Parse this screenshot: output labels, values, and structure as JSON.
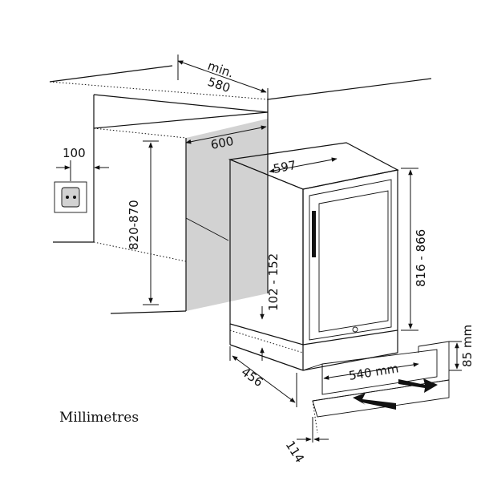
{
  "dimensions": {
    "niche_depth_prefix": "min.",
    "niche_depth": "580",
    "niche_width": "600",
    "socket_offset": "100",
    "niche_height": "820-870",
    "appliance_width": "597",
    "appliance_height": "816 - 866",
    "plinth_height": "102 - 152",
    "appliance_depth": "456",
    "vent_width": "540 mm",
    "vent_height": "85 mm",
    "plinth_depth": "114"
  },
  "caption": "Millimetres"
}
